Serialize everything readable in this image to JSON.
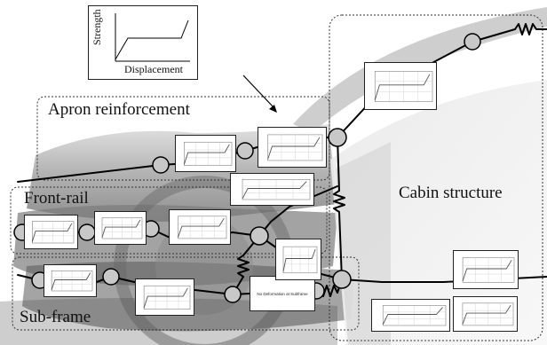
{
  "legend": {
    "y_label": "Strength",
    "x_label": "Displacement"
  },
  "regions": {
    "apron": "Apron reinforcement",
    "front_rail": "Front-rail",
    "sub_frame": "Sub-frame",
    "cabin": "Cabin structure"
  },
  "annotation": {
    "no_deformation": "No Deformation at Subframe"
  },
  "mini_charts": [
    {
      "id": "cabin-upper"
    },
    {
      "id": "apron-1"
    },
    {
      "id": "apron-2"
    },
    {
      "id": "center-1"
    },
    {
      "id": "center-2"
    },
    {
      "id": "front-rail-1"
    },
    {
      "id": "front-rail-2"
    },
    {
      "id": "front-rail-3"
    },
    {
      "id": "sub-frame-1"
    },
    {
      "id": "sub-frame-2"
    },
    {
      "id": "cabin-lower-1"
    },
    {
      "id": "cabin-lower-2"
    },
    {
      "id": "cabin-lower-3"
    }
  ],
  "colors": {
    "line": "#000000",
    "node_fill": "#c8c8c8",
    "region_border": "#444444",
    "curve": "#555555"
  }
}
